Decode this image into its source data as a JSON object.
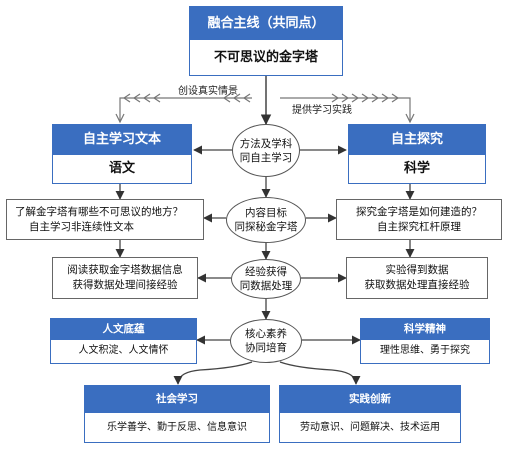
{
  "top": {
    "title": "融合主线（共同点）",
    "subtitle": "不可思议的金字塔"
  },
  "arrow_labels": {
    "left": "创设真实情景",
    "right": "提供学习实践"
  },
  "left_header": {
    "title": "自主学习文本",
    "subtitle": "语文"
  },
  "right_header": {
    "title": "自主探究",
    "subtitle": "科学"
  },
  "center_ovals": [
    {
      "line1": "方法及学科",
      "line2": "同自主学习"
    },
    {
      "line1": "内容目标",
      "line2": "同探秘金字塔"
    },
    {
      "line1": "经验获得",
      "line2": "同数据处理"
    },
    {
      "line1": "核心素养",
      "line2": "协同培育"
    }
  ],
  "left_boxes": [
    {
      "line1": "了解金字塔有哪些不可思议的地方？",
      "line2": "自主学习非连续性文本"
    },
    {
      "line1": "阅读获取金字塔数据信息",
      "line2": "获得数据处理间接经验"
    }
  ],
  "right_boxes": [
    {
      "line1": "探究金字塔是如何建造的？",
      "line2": "自主探究杠杆原理"
    },
    {
      "line1": "实验得到数据",
      "line2": "获取数据处理直接经验"
    }
  ],
  "cards": {
    "humanities": {
      "title": "人文底蕴",
      "body": "人文积淀、人文情怀"
    },
    "science": {
      "title": "科学精神",
      "body": "理性思维、勇于探究"
    },
    "social": {
      "title": "社会学习",
      "body": "乐学善学、勤于反思、信息意识"
    },
    "practice": {
      "title": "实践创新",
      "body": "劳动意识、问题解决、技术运用"
    }
  },
  "colors": {
    "accent": "#3a6ec0",
    "line": "#444444"
  }
}
